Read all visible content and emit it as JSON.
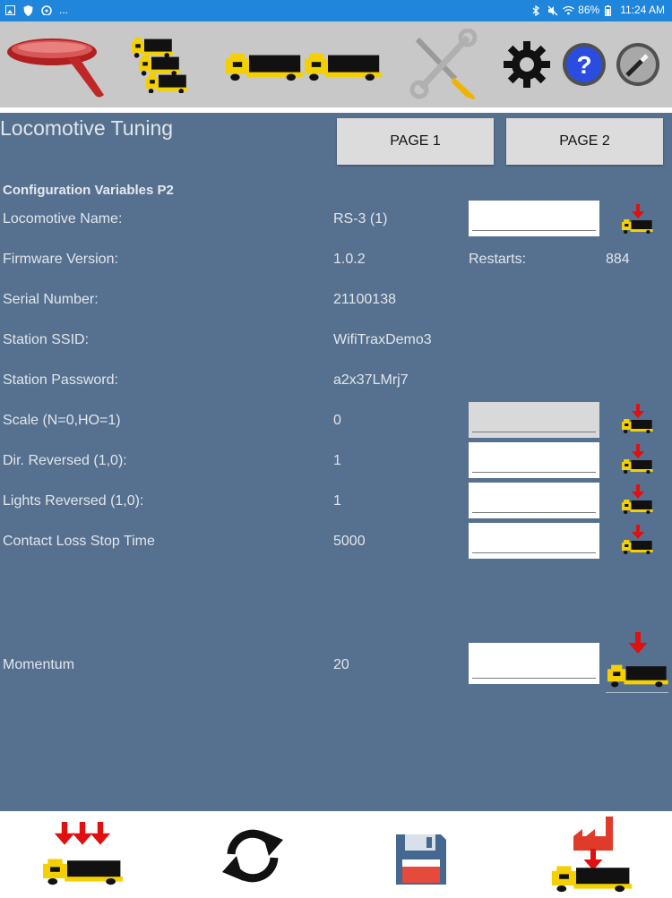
{
  "status_bar": {
    "dots": "...",
    "battery_percent": "86%",
    "time": "11:24 AM",
    "color": "#1f86dc"
  },
  "toolbar": {
    "icons": [
      "frying-pan-icon",
      "locomotive-group-icon",
      "locomotive-pair-icon",
      "tools-icon",
      "gear-icon",
      "help-icon",
      "magic-wand-icon"
    ]
  },
  "main": {
    "title": "Locomotive Tuning",
    "page1_label": "PAGE 1",
    "page2_label": "PAGE 2",
    "section_title": "Configuration Variables P2",
    "rows": {
      "loco_name": {
        "label": "Locomotive Name:",
        "value": "RS-3 (1)"
      },
      "firmware": {
        "label": "Firmware Version:",
        "value": "1.0.2",
        "extra_label": "Restarts:",
        "extra_value": "884"
      },
      "serial": {
        "label": "Serial Number:",
        "value": "21100138"
      },
      "ssid": {
        "label": "Station SSID:",
        "value": "WifiTraxDemo3"
      },
      "password": {
        "label": "Station Password:",
        "value": "a2x37LMrj7"
      },
      "scale": {
        "label": "Scale (N=0,HO=1)",
        "value": "0"
      },
      "dir_reversed": {
        "label": "Dir. Reversed (1,0):",
        "value": "1"
      },
      "lights_reversed": {
        "label": "Lights Reversed (1,0):",
        "value": "1"
      },
      "contact_loss": {
        "label": "Contact Loss Stop Time",
        "value": "5000"
      },
      "momentum": {
        "label": "Momentum",
        "value": "20"
      }
    },
    "bg_color": "#56708f"
  },
  "bottom_bar": {
    "icons": [
      "send-all-icon",
      "refresh-icon",
      "save-icon",
      "factory-reset-icon"
    ]
  }
}
